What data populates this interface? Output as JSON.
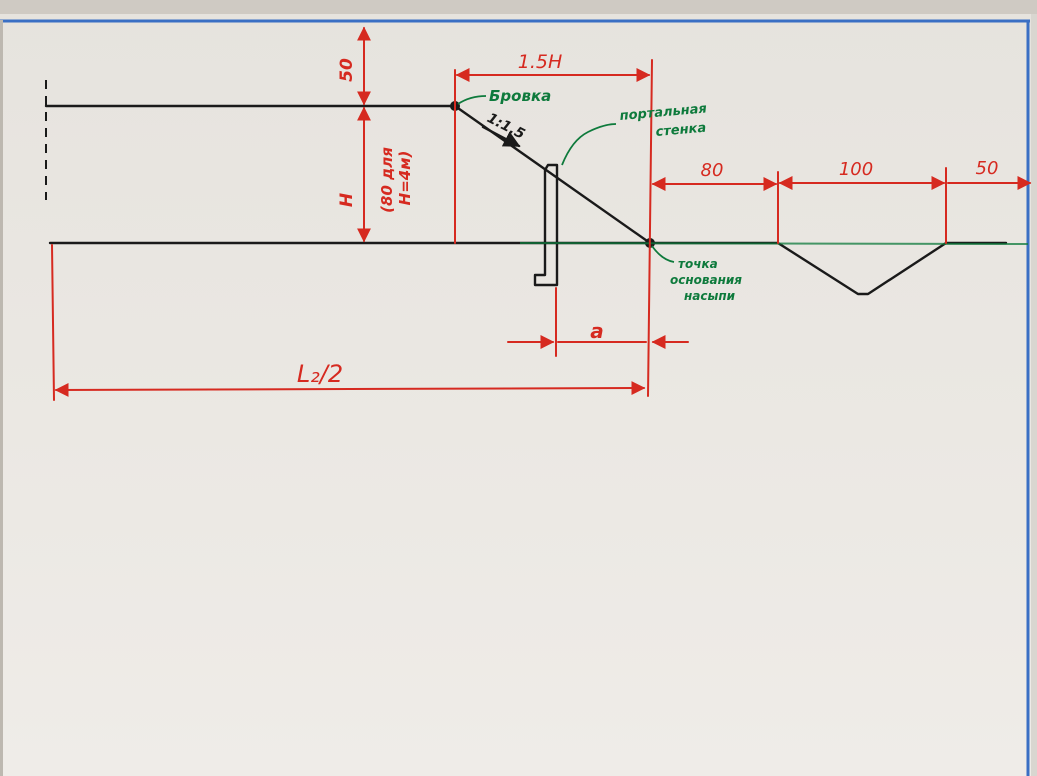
{
  "diagram": {
    "labels": {
      "berm": "Бровка",
      "slope": "1:1.5",
      "portal_wall": [
        "портальная",
        "стенка"
      ],
      "embankment_base": [
        "точка",
        "основания",
        "насыпи"
      ],
      "dim_50_top": "50",
      "dim_height": "H",
      "dim_height_note": [
        "(80 для",
        "H=4м)"
      ],
      "dim_1_5H": "1.5H",
      "dim_80": "80",
      "dim_100": "100",
      "dim_50_right": "50",
      "dim_a": "a",
      "dim_half_span": "L₂/2"
    },
    "colors": {
      "board": "#ebe8e3",
      "frame": "#3a6fc4",
      "red_marker": "#d62a20",
      "green_marker": "#0e7a3c",
      "black_marker": "#1a1a1a"
    }
  }
}
